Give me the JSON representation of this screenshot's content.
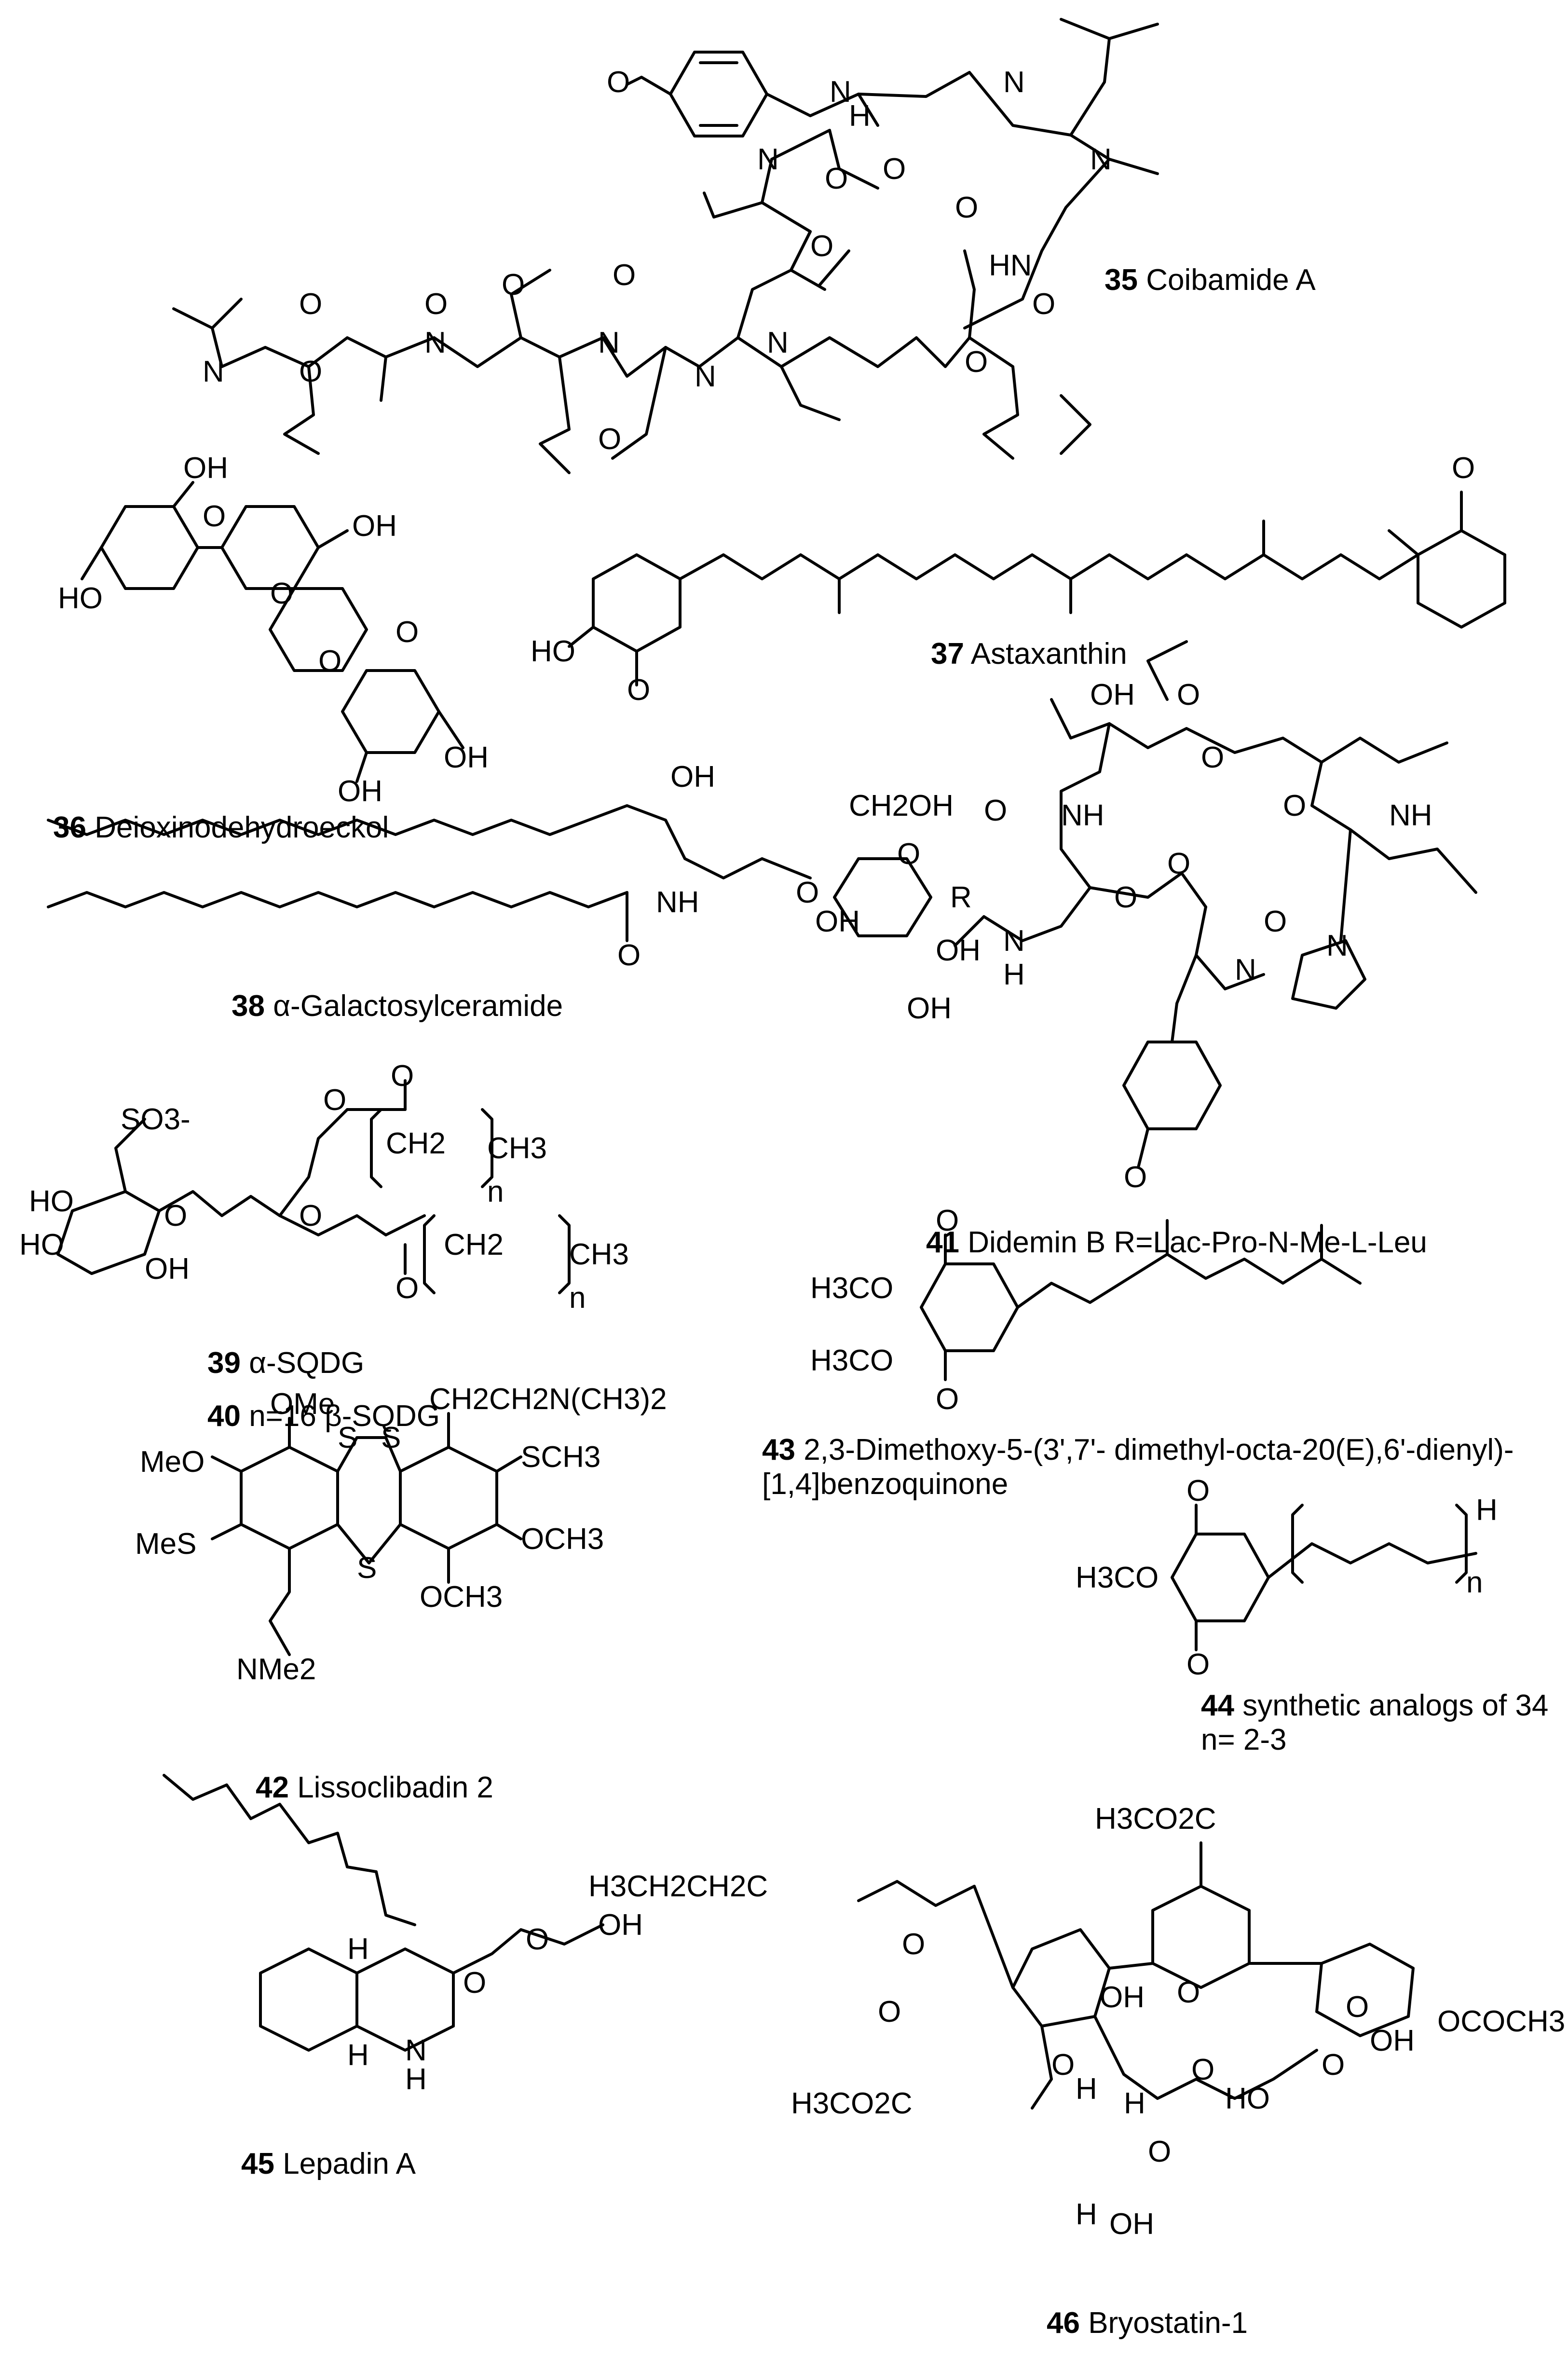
{
  "compounds": [
    {
      "number": "35",
      "name": "Coibamide A"
    },
    {
      "number": "36",
      "name": "Deioxinodehydroeckol"
    },
    {
      "number": "37",
      "name": "Astaxanthin"
    },
    {
      "number": "38",
      "name": "α-Galactosylceramide"
    },
    {
      "number": "39",
      "name": "α-SQDG"
    },
    {
      "number": "40",
      "name": "n=16 β-SQDG"
    },
    {
      "number": "41",
      "name": "Didemin B R=Lac-Pro-N-Me-L-Leu"
    },
    {
      "number": "42",
      "name": "Lissoclibadin 2"
    },
    {
      "number": "43",
      "name": "2,3-Dimethoxy-5-(3',7'- dimethyl-octa-20(E),6'-dienyl)-",
      "name_line2": "[1,4]benzoquinone"
    },
    {
      "number": "44",
      "name": "synthetic analogs of 34",
      "name_line2": "n= 2-3"
    },
    {
      "number": "45",
      "name": "Lepadin A"
    },
    {
      "number": "46",
      "name": "Bryostatin-1"
    }
  ],
  "atom_labels": {
    "c35": [
      "O",
      "N",
      "H",
      "N",
      "O",
      "O",
      "N",
      "O",
      "O",
      "HN",
      "N",
      "O",
      "O",
      "N",
      "O",
      "N",
      "N",
      "O",
      "N",
      "O",
      "N",
      "O",
      "O",
      "O"
    ],
    "c36": [
      "OH",
      "OH",
      "O",
      "O",
      "HO",
      "O",
      "O",
      "OH",
      "OH"
    ],
    "c37": [
      "O",
      "HO",
      "O"
    ],
    "c38": [
      "OH",
      "CH2OH",
      "O",
      "O",
      "NH",
      "OH",
      "O",
      "OH",
      "OH"
    ],
    "c39": [
      "SO3-",
      "O",
      "CH2",
      "CH3",
      "n",
      "HO",
      "HO",
      "O",
      "O",
      "O",
      "CH2",
      "CH3",
      "OH",
      "n",
      "O"
    ],
    "c41": [
      "OH",
      "O",
      "O",
      "O",
      "NH",
      "O",
      "R",
      "N",
      "H",
      "O",
      "NH",
      "O",
      "N",
      "O",
      "N",
      "O"
    ],
    "c42": [
      "OMe",
      "CH2CH2N(CH3)2",
      "MeO",
      "S",
      "S",
      "SCH3",
      "MeS",
      "S",
      "OCH3",
      "OCH3",
      "NMe2"
    ],
    "c43": [
      "O",
      "H3CO",
      "H3CO",
      "O"
    ],
    "c44": [
      "O",
      "H",
      "H3CO",
      "n",
      "O"
    ],
    "c45": [
      "O",
      "H",
      "O",
      "OH",
      "H",
      "N",
      "H"
    ],
    "c46": [
      "H3CO2C",
      "H3CH2CH2C",
      "O",
      "O",
      "OH",
      "O",
      "O",
      "OH",
      "OCOCH3",
      "H3CO2C",
      "O",
      "H",
      "H",
      "O",
      "HO",
      "O",
      "O",
      "H",
      "OH"
    ]
  }
}
